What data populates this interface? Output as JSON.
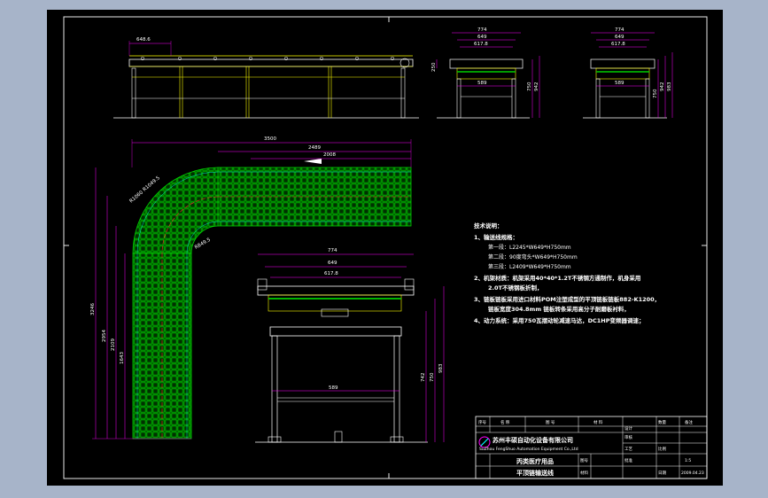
{
  "dimensions": {
    "top_view1_width": "648.6",
    "top_view1_h": "250",
    "side_a": [
      "774",
      "649",
      "617.8"
    ],
    "side_a_h": [
      "750",
      "942"
    ],
    "side_a_bottom": "589",
    "side_b": [
      "774",
      "649",
      "617.8"
    ],
    "side_b_h": [
      "750",
      "942",
      "983"
    ],
    "side_b_bottom": "589",
    "plan_total": "3500",
    "plan_mid": "2489",
    "plan_inner": "2008",
    "plan_left": [
      "3246",
      "2954",
      "2109",
      "1643"
    ],
    "plan_radius": [
      "R1060",
      "R1049.5",
      "R849.5"
    ],
    "front_top": [
      "774",
      "649",
      "617.8"
    ],
    "front_bottom": "589",
    "front_right": [
      "742",
      "750",
      "983"
    ]
  },
  "notes": {
    "title": "技术说明：",
    "items": [
      "1、输送线规格：",
      "第一段：L2245*W649*H750mm",
      "第二段：90度弯头*W649*H750mm",
      "第三段：L2409*W649*H750mm",
      "2、机架材质：机架采用40*40*1.2T不锈钢方通制作，机身采用",
      "2.0T不锈钢板折制，",
      "3、链板链板采用进口材料POM注塑成型的平顶链板链板882-K1200，",
      "链板宽度304.8mm 链板转条采用高分子耐磨板衬料，",
      "4、动力系统：采用750瓦摆动轮减速马达，DC1HP变频器调速；"
    ]
  },
  "title_block": {
    "headers": [
      "序号",
      "名  称",
      "图  号",
      "材  料",
      "数量",
      "备注"
    ],
    "company": "苏州丰硕自动化设备有限公司",
    "company_en": "SuZhou FengShuo Automation Equipment Co.,Ltd",
    "drawing_title": "平顶链输送线",
    "sub_title": "丙类医疗用品",
    "scale": "1:5",
    "date": "2009.04.23",
    "labels": [
      "设计",
      "审核",
      "工艺",
      "批准",
      "比例",
      "日期",
      "图号",
      "材料"
    ]
  },
  "colors": {
    "line": "#ffffff",
    "frame": "#e9e9e9",
    "yellow": "#ffff00",
    "green": "#00d000",
    "cyan": "#00ffff",
    "magenta": "#ff00ff",
    "red": "#ff2a2a"
  }
}
